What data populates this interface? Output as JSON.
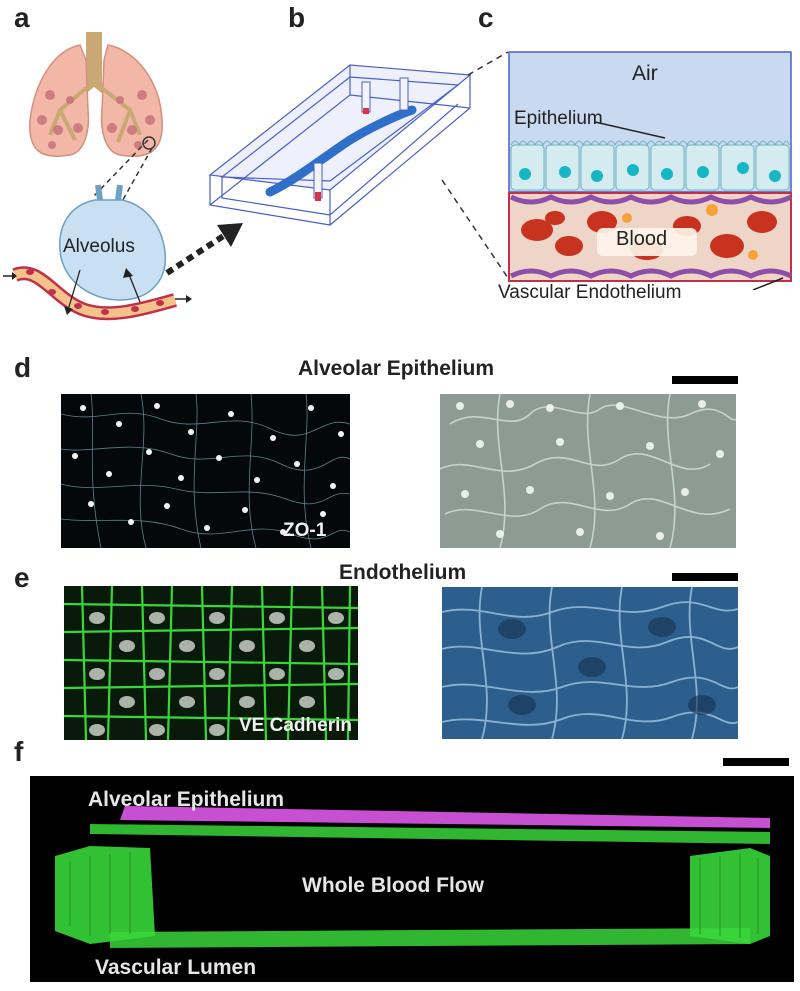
{
  "panel_letters": {
    "a": "a",
    "b": "b",
    "c": "c",
    "d": "d",
    "e": "e",
    "f": "f"
  },
  "panel_a": {
    "alveolus_label": "Alveolus"
  },
  "panel_c": {
    "air": "Air",
    "epithelium": "Epithelium",
    "blood": "Blood",
    "vascular_endothelium": "Vascular Endothelium"
  },
  "panel_d": {
    "title": "Alveolar Epithelium",
    "stain_label": "ZO-1"
  },
  "panel_e": {
    "title": "Endothelium",
    "stain_label": "VE Cadherin"
  },
  "panel_f": {
    "top_label": "Alveolar Epithelium",
    "middle_label": "Whole Blood Flow",
    "bottom_label": "Vascular Lumen"
  },
  "colors": {
    "air": "#c9d9f0",
    "epithelium_cell": "#d4ecf0",
    "nucleus": "#17b6c4",
    "blood_border": "#c0304a",
    "channel": "#2f6fc9",
    "stain_green": "#39d63a",
    "stain_magenta": "#c64fd2"
  }
}
